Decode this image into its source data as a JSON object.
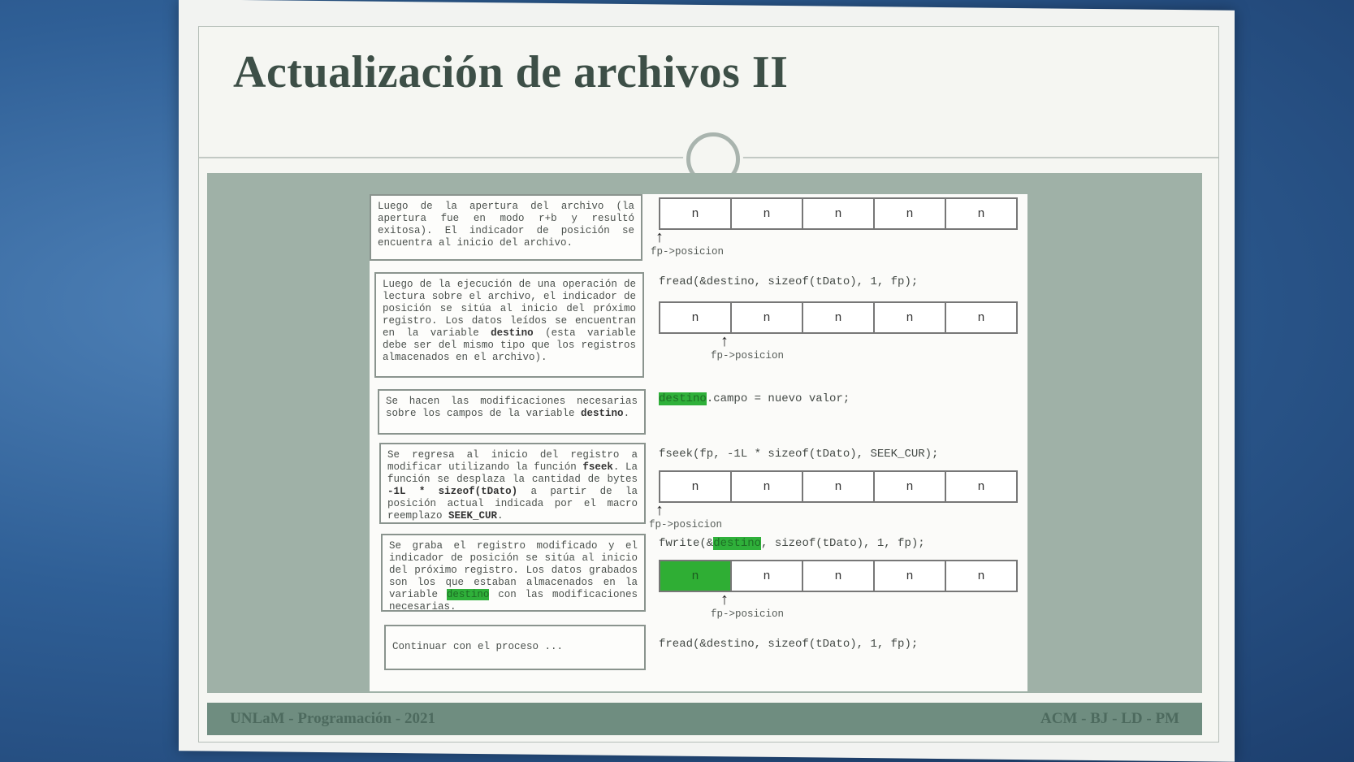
{
  "slide": {
    "title": "Actualización de archivos II"
  },
  "steps": [
    {
      "desc_html": "Luego de la apertura del archivo (la apertura fue en modo r+b y resultó exitosa). El indicador de posición se encuentra al inicio del archivo.",
      "code": "",
      "cells": [
        "n",
        "n",
        "n",
        "n",
        "n"
      ],
      "fp_label": "fp->posicion"
    },
    {
      "desc_html": "Luego de la ejecución de una operación de lectura sobre el archivo, el indicador de posición se sitúa al inicio del próximo registro. Los datos leídos se encuentran en la variable <b>destino</b> (esta variable debe ser del mismo tipo que los registros almacenados en el archivo).",
      "code": "fread(&destino, sizeof(tDato), 1, fp);",
      "cells": [
        "n",
        "n",
        "n",
        "n",
        "n"
      ],
      "fp_label": "fp->posicion"
    },
    {
      "desc_html": "Se hacen las modificaciones necesarias sobre los campos de la variable <b>destino</b>.",
      "code_hl": "destino",
      "code": ".campo = nuevo valor;"
    },
    {
      "desc_html": "Se regresa al inicio del registro a modificar utilizando la función <b>fseek</b>. La función se desplaza la cantidad de bytes <b>-1L * sizeof(tDato)</b> a partir de la posición actual indicada por el macro reemplazo <b>SEEK_CUR</b>.",
      "code": "fseek(fp, -1L * sizeof(tDato), SEEK_CUR);",
      "cells": [
        "n",
        "n",
        "n",
        "n",
        "n"
      ],
      "fp_label": "fp->posicion"
    },
    {
      "desc_html": "Se graba el registro modificado y el indicador de posición se sitúa al inicio del próximo registro. Los datos grabados son los que estaban almacenados en la variable <span class=\"hl\">destino</span> con las modificaciones necesarias.",
      "code_pre": "fwrite(&",
      "code_hl": "destino",
      "code": ", sizeof(tDato), 1, fp);",
      "cells": [
        "n",
        "n",
        "n",
        "n",
        "n"
      ],
      "fp_label": "fp->posicion"
    },
    {
      "desc_html": "Continuar con el proceso ...",
      "code": "fread(&destino, sizeof(tDato), 1, fp);"
    }
  ],
  "footer": {
    "left": "UNLaM - Programación - 2021",
    "right": "ACM - BJ - LD - PM"
  },
  "colors": {
    "highlight": "#2fb03a",
    "content_bg": "#9fb1a7",
    "footer_bg": "#6f8d80"
  }
}
